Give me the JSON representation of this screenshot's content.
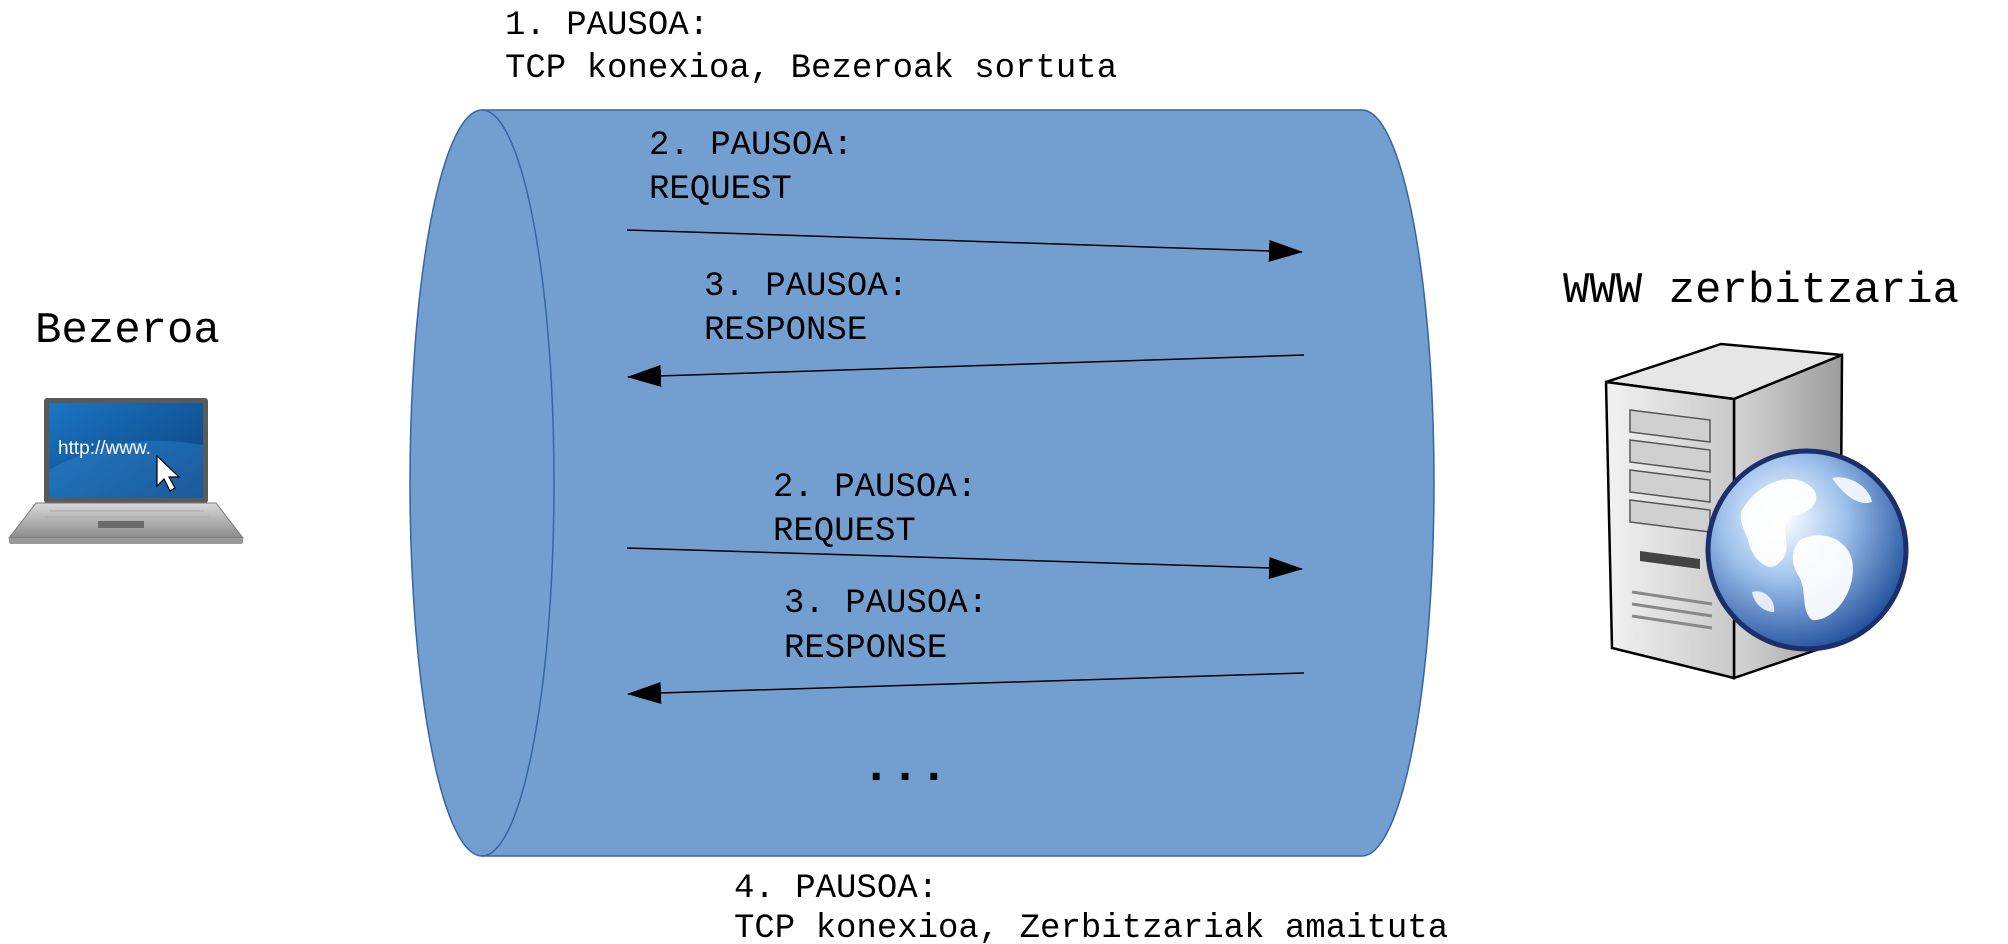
{
  "colors": {
    "tube_fill": "#729fcf",
    "tube_stroke": "#3465a4",
    "arrow": "#000000",
    "text": "#000000",
    "background": "#ffffff"
  },
  "step1": {
    "line1": "1. PAUSOA:",
    "line2": "TCP konexioa, Bezeroak sortuta"
  },
  "exchanges": [
    {
      "request": {
        "line1": "2. PAUSOA:",
        "line2": "REQUEST"
      },
      "response": {
        "line1": "3. PAUSOA:",
        "line2": "RESPONSE"
      }
    },
    {
      "request": {
        "line1": "2. PAUSOA:",
        "line2": "REQUEST"
      },
      "response": {
        "line1": "3. PAUSOA:",
        "line2": "RESPONSE"
      }
    }
  ],
  "ellipsis": "...",
  "step4": {
    "line1": "4. PAUSOA:",
    "line2": "TCP konexioa, Zerbitzariak amaituta"
  },
  "client": {
    "label": "Bezeroa",
    "icon": "laptop-icon",
    "screen_text": "http://www."
  },
  "server": {
    "label": "WWW zerbitzaria",
    "icon": "server-globe-icon"
  }
}
